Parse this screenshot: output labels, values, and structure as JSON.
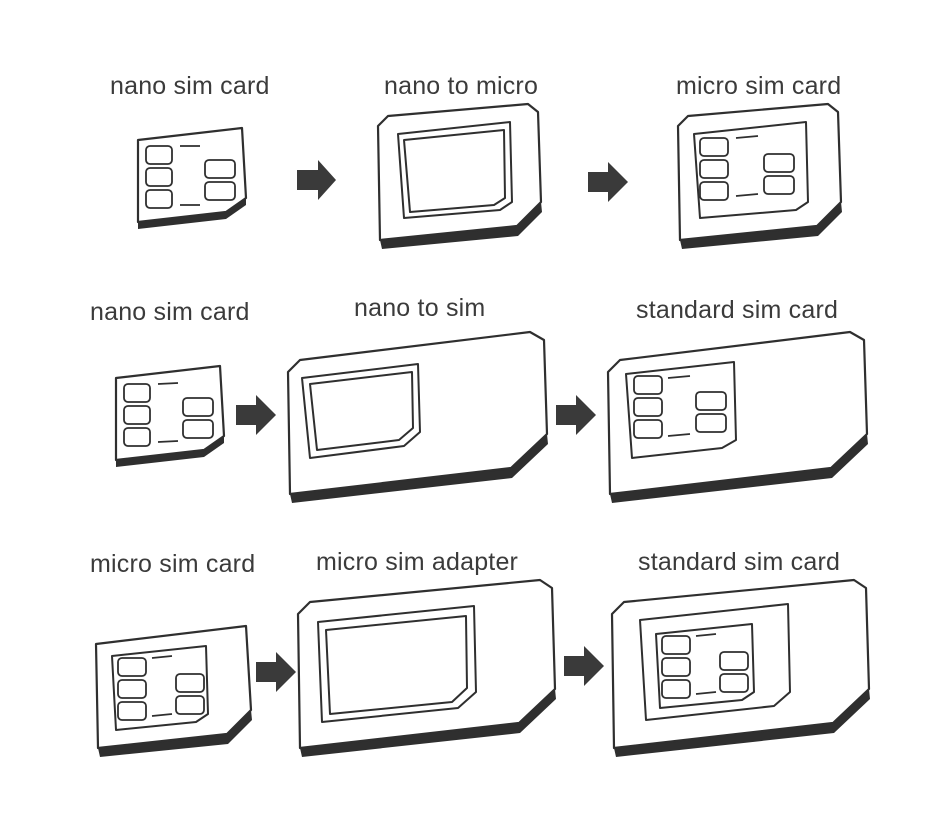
{
  "colors": {
    "ink": "#2f2f2f",
    "arrow": "#3a3a3a",
    "label": "#3b3b3b",
    "background": "#ffffff"
  },
  "rows": [
    {
      "labels": {
        "source": "nano sim card",
        "adapter": "nano to micro",
        "result": "micro sim card"
      }
    },
    {
      "labels": {
        "source": "nano sim card",
        "adapter": "nano to sim",
        "result": "standard sim card"
      }
    },
    {
      "labels": {
        "source": "micro sim card",
        "adapter": "micro sim adapter",
        "result": "standard sim card"
      }
    }
  ],
  "icons": {
    "arrow": "right-arrow-icon",
    "chip": "sim-chip-icon"
  }
}
